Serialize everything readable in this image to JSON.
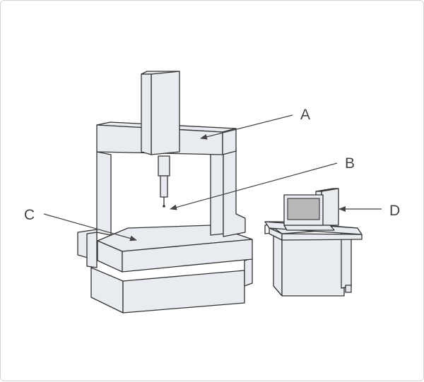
{
  "diagram": {
    "labels": {
      "a": "A",
      "b": "B",
      "c": "C",
      "d": "D"
    },
    "colors": {
      "fill": "#e8ecf0",
      "stroke": "#333333",
      "screen": "#b8b8b8",
      "text": "#444444"
    }
  }
}
